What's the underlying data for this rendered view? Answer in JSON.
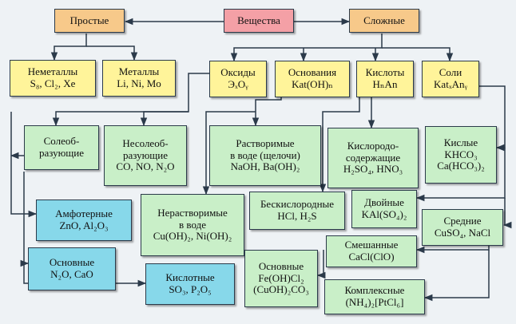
{
  "nodes": {
    "prostye": {
      "lines": [
        "Простые"
      ]
    },
    "veshchestva": {
      "lines": [
        "Вещества"
      ]
    },
    "slozhnye": {
      "lines": [
        "Сложные"
      ]
    },
    "nemetally": {
      "lines": [
        "Неметаллы",
        "S₈, Cl₂, Xe"
      ]
    },
    "metally": {
      "lines": [
        "Металлы",
        "Li, Ni, Mo"
      ]
    },
    "oksidy": {
      "lines": [
        "Оксиды",
        "ЭₓOᵧ"
      ]
    },
    "osnovaniya": {
      "lines": [
        "Основания",
        "Kat(OH)ₙ"
      ]
    },
    "kisloty": {
      "lines": [
        "Кислоты",
        "HₙAn"
      ]
    },
    "soli": {
      "lines": [
        "Соли",
        "KatₓAnᵧ"
      ]
    },
    "soleobrazuyushchie": {
      "lines": [
        "Солеоб-",
        "разующие"
      ]
    },
    "nesoleobrazuyushchie": {
      "lines": [
        "Несолеоб-",
        "разующие",
        "CO, NO, N₂O"
      ]
    },
    "rastvorimye": {
      "lines": [
        "Растворимые",
        "в воде (щелочи)",
        "NaOH, Ba(OH)₂"
      ]
    },
    "kislorodsoderzhashchie": {
      "lines": [
        "Кислородо-",
        "содержащие",
        "H₂SO₄, HNO₃"
      ]
    },
    "kislye": {
      "lines": [
        "Кислые",
        "KHCO₃",
        "Ca(HCO₃)₂"
      ]
    },
    "amfoternye": {
      "lines": [
        "Амфотерные",
        "ZnO, Al₂O₃"
      ]
    },
    "nerastvorimye": {
      "lines": [
        "Нерастворимые",
        "в воде",
        "Cu(OH)₂, Ni(OH)₂"
      ]
    },
    "beskislorodnye": {
      "lines": [
        "Бескислородные",
        "HCl, H₂S"
      ]
    },
    "dvoinye": {
      "lines": [
        "Двойные",
        "KAl(SO₄)₂"
      ]
    },
    "srednie": {
      "lines": [
        "Средние",
        "CuSO₄, NaCl"
      ]
    },
    "smeshannye": {
      "lines": [
        "Смешанные",
        "CaCl(ClO)"
      ]
    },
    "osnovnye_oksidy": {
      "lines": [
        "Основные",
        "N₂O, CaO"
      ]
    },
    "kislotnye": {
      "lines": [
        "Кислотные",
        "SO₃, P₂O₅"
      ]
    },
    "osnovnye_soli": {
      "lines": [
        "Основные",
        "Fe(OH)Cl₂",
        "(CuOH)₂CO₃"
      ]
    },
    "kompleksnye": {
      "lines": [
        "Комплексные",
        "(NH₄)₂[PtCl₆]"
      ]
    }
  },
  "colors": {
    "orange": "#f7c98a",
    "pink": "#f4a0a6",
    "yellow": "#fff49a",
    "green": "#c9efc8",
    "cyan": "#87d8ea",
    "line": "#2b3a4a"
  }
}
